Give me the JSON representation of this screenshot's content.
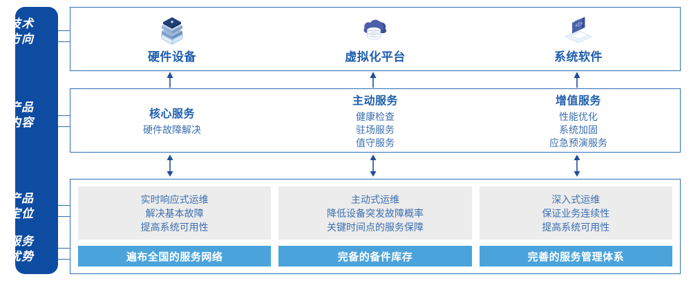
{
  "sidebar": {
    "labels": [
      {
        "line1": "技术",
        "line2": "方向"
      },
      {
        "line1": "产品",
        "line2": "内容"
      },
      {
        "line1": "产品",
        "line2": "定位"
      },
      {
        "line1": "服务",
        "line2": "优势"
      }
    ]
  },
  "colors": {
    "sidebar_bg": "#0E4CA1",
    "panel_border": "#2E6DB4",
    "heading_blue": "#1F5EAF",
    "body_blue": "#3C6FAF",
    "gray_box": "#ECECEC",
    "bar_blue": "#4AA3DB",
    "arrow": "#1F4E9C"
  },
  "tech_row": {
    "columns": [
      {
        "icon": "server-stack-icon",
        "label": "硬件设备"
      },
      {
        "icon": "cloud-database-icon",
        "label": "虚拟化平台"
      },
      {
        "icon": "laptop-code-icon",
        "label": "系统软件"
      }
    ]
  },
  "content_row": {
    "columns": [
      {
        "title": "核心服务",
        "items": [
          "硬件故障解决"
        ]
      },
      {
        "title": "主动服务",
        "items": [
          "健康检查",
          "驻场服务",
          "值守服务"
        ]
      },
      {
        "title": "增值服务",
        "items": [
          "性能优化",
          "系统加固",
          "应急预演服务"
        ]
      }
    ]
  },
  "positioning_row": {
    "boxes": [
      {
        "lines": [
          "实时响应式运维",
          "解决基本故障",
          "提高系统可用性"
        ]
      },
      {
        "lines": [
          "主动式运维",
          "降低设备突发故障概率",
          "关键时间点的服务保障"
        ]
      },
      {
        "lines": [
          "深入式运维",
          "保证业务连续性",
          "提高系统可用性"
        ]
      }
    ]
  },
  "advantage_row": {
    "bars": [
      {
        "label": "遍布全国的服务网络"
      },
      {
        "label": "完备的备件库存"
      },
      {
        "label": "完善的服务管理体系"
      }
    ]
  }
}
